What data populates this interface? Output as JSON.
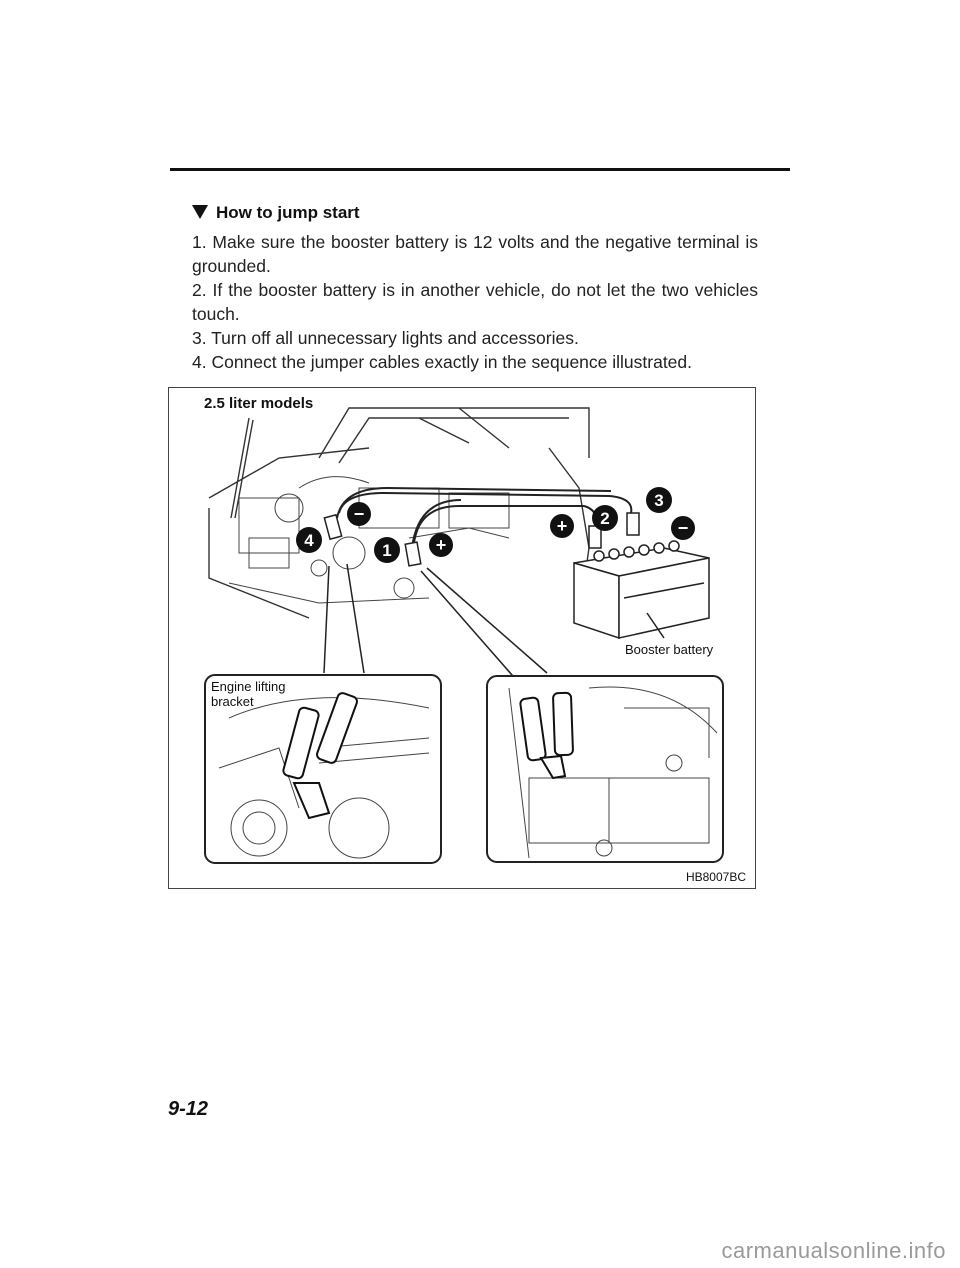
{
  "section": {
    "title": "How to jump start",
    "steps": [
      "1.  Make sure the booster battery is 12 volts and the negative terminal is grounded.",
      "2.  If the booster battery is in another vehicle, do not let the two vehicles touch.",
      "3.  Turn off all unnecessary lights and accessories.",
      "4.  Connect the jumper cables exactly in the sequence illustrated."
    ]
  },
  "figure": {
    "caption": "2.5 liter models",
    "code": "HB8007BC",
    "labels": {
      "booster_battery": "Booster battery",
      "engine_lifting_line1": "Engine lifting",
      "engine_lifting_line2": "bracket"
    },
    "sequence_badges": [
      "1",
      "2",
      "3",
      "4"
    ],
    "polarity_badges": [
      "+",
      "+",
      "−",
      "−"
    ]
  },
  "page": {
    "number": "9-12"
  },
  "footer": {
    "watermark": "carmanualsonline.info"
  }
}
